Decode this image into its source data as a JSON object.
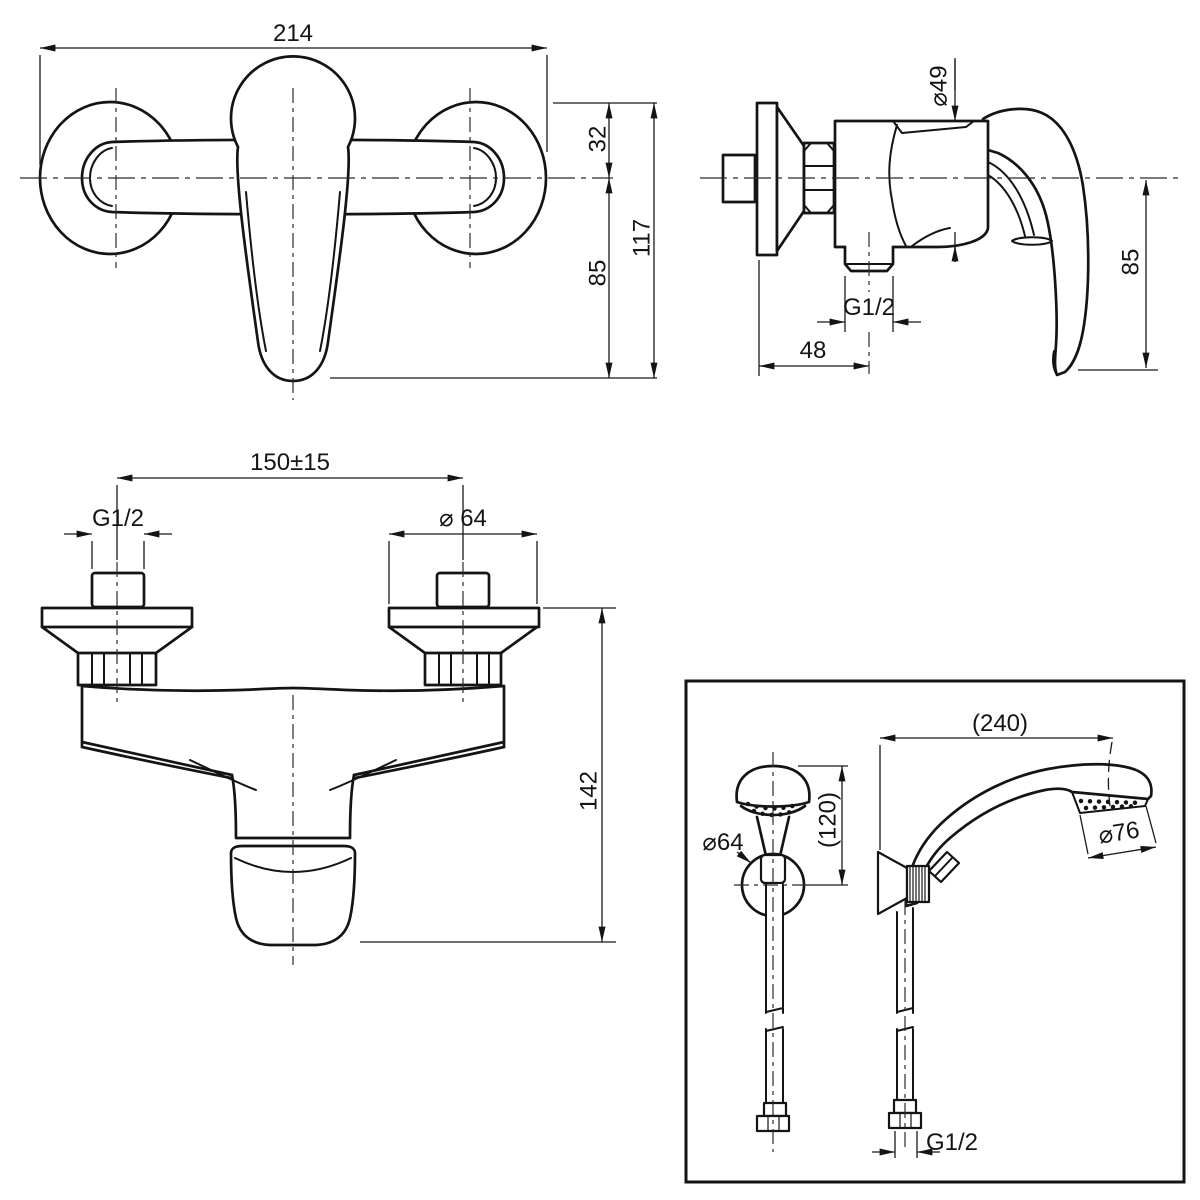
{
  "colors": {
    "background": "#ffffff",
    "line": "#141414"
  },
  "views": {
    "front": {
      "dim_width": "214",
      "dim_center_to_top": "32",
      "dim_center_to_bottom": "85",
      "dim_total_height": "117"
    },
    "side": {
      "dim_body_diameter": "⌀49",
      "dim_outlet_thread": "G1/2",
      "dim_wall_depth": "48",
      "dim_handle_drop": "85"
    },
    "bottom": {
      "dim_inlet_spacing": "150±15",
      "dim_inlet_thread": "G1/2",
      "dim_flange_diameter": "⌀ 64",
      "dim_height": "142"
    },
    "handset": {
      "dim_reach": "(240)",
      "dim_head_height": "(120)",
      "dim_bracket_diameter": "⌀64",
      "dim_face_diameter": "⌀76",
      "dim_hose_thread": "G1/2"
    }
  }
}
